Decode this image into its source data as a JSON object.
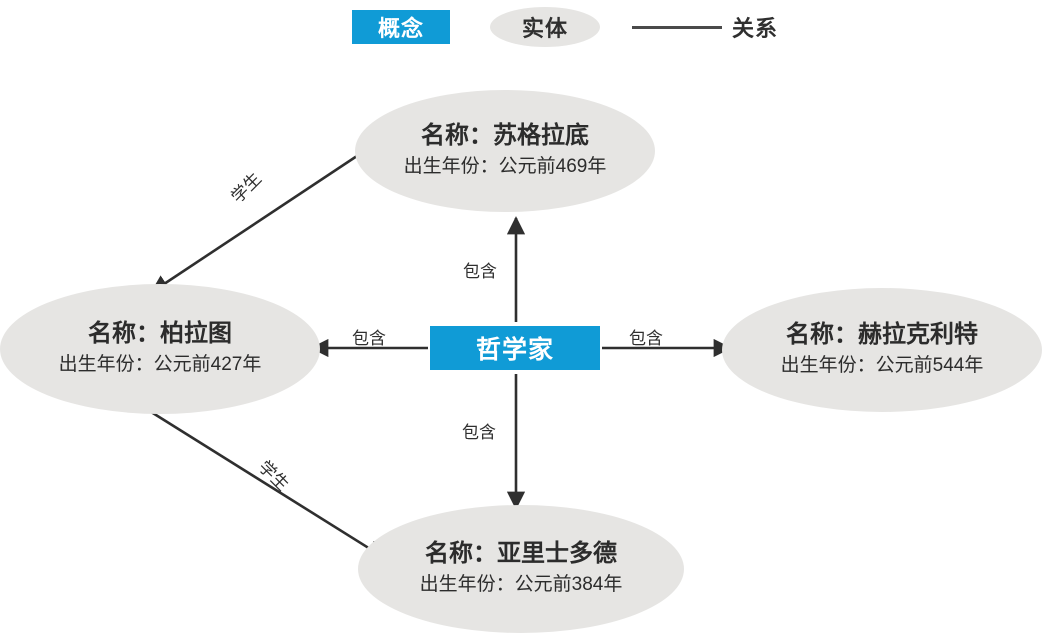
{
  "legend": {
    "concept": {
      "label": "概念",
      "color": "#109bd6",
      "text_color": "#ffffff"
    },
    "entity": {
      "label": "实体",
      "color": "#e6e5e3",
      "text_color": "#2f2f2f"
    },
    "relation": {
      "label": "关系",
      "line_color": "#4a4a4a"
    }
  },
  "graph": {
    "concept_node": {
      "label": "哲学家",
      "type": "concept",
      "color": "#109bd6"
    },
    "entities": [
      {
        "id": "socrates",
        "name_label": "名称：苏格拉底",
        "birth_label": "出生年份：公元前469年",
        "type": "entity"
      },
      {
        "id": "plato",
        "name_label": "名称：柏拉图",
        "birth_label": "出生年份：公元前427年",
        "type": "entity"
      },
      {
        "id": "heraclitus",
        "name_label": "名称：赫拉克利特",
        "birth_label": "出生年份：公元前544年",
        "type": "entity"
      },
      {
        "id": "aristotle",
        "name_label": "名称：亚里士多德",
        "birth_label": "出生年份：公元前384年",
        "type": "entity"
      }
    ],
    "edges": [
      {
        "id": "contains-socrates",
        "label": "包含",
        "from": "哲学家",
        "to": "苏格拉底"
      },
      {
        "id": "contains-plato",
        "label": "包含",
        "from": "哲学家",
        "to": "柏拉图"
      },
      {
        "id": "contains-heraclitus",
        "label": "包含",
        "from": "哲学家",
        "to": "赫拉克利特"
      },
      {
        "id": "contains-aristotle",
        "label": "包含",
        "from": "哲学家",
        "to": "亚里士多德"
      },
      {
        "id": "student-socrates-plato",
        "label": "学生",
        "from": "苏格拉底",
        "to": "柏拉图"
      },
      {
        "id": "student-plato-aristotle",
        "label": "学生",
        "from": "柏拉图",
        "to": "亚里士多德"
      }
    ]
  }
}
